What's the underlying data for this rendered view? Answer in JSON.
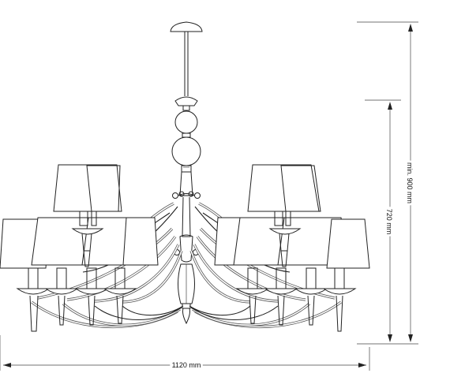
{
  "dimensions": {
    "width_label": "1120 mm",
    "height_label": "720 mm",
    "min_height_label": "min. 900 mm"
  }
}
